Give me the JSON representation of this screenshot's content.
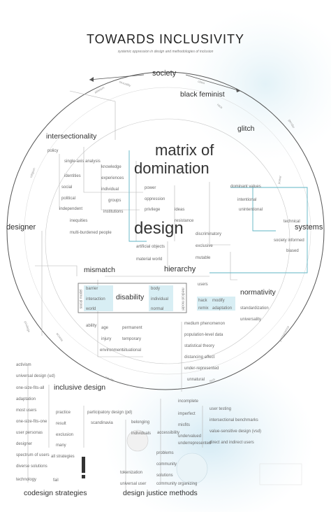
{
  "title": "TOWARDS INCLUSIVITY",
  "subtitle": "systemic oppression in design and methodologies of inclusion",
  "axes": {
    "society": "society",
    "designer": "designer",
    "systems": "systems",
    "hierarchy": "hierarchy"
  },
  "axis_labels": [
    "ableism",
    "sexuality",
    "class",
    "race",
    "gender",
    "religion",
    "power",
    "privilege",
    "access",
    "permanence",
    "wealth",
    "tech"
  ],
  "headings": {
    "black_feminist": "black feminist",
    "intersectionality": "intersectionality",
    "glitch": "glitch",
    "matrix1": "matrix of",
    "matrix2": "domination",
    "design": "design",
    "mismatch": "mismatch",
    "disability": "disability",
    "normativity": "normativity",
    "inclusive_design": "inclusive design",
    "codesign": "codesign strategies",
    "djm": "design justice methods"
  },
  "intersect_items": [
    "policy",
    "single-axis analysis",
    "identities",
    "social",
    "political",
    "independent",
    "knowledge",
    "experiences",
    "individual",
    "groups",
    "institutions",
    "inequities",
    "multi-burdened people"
  ],
  "matrix_items": [
    "power",
    "oppression",
    "privilege",
    "resistance",
    "artificial objects",
    "material world",
    "ideas",
    "dominant values",
    "intentional",
    "unintentional",
    "discriminatory",
    "exclusive",
    "mutable",
    "technical",
    "society informed",
    "biased"
  ],
  "disability_items": [
    "barrier",
    "interaction",
    "world",
    "body",
    "individual",
    "normal",
    "social model",
    "medical model",
    "ability",
    "age",
    "injury",
    "environment",
    "permanent",
    "temporary",
    "situational"
  ],
  "normativity_items": [
    "users",
    "hack",
    "modify",
    "remix",
    "adaptation",
    "standardization",
    "universality"
  ],
  "hierarchy_items": [
    "medium phenomenon",
    "population-level data",
    "statistical theory",
    "distancing effect",
    "under-represented",
    "unnatural"
  ],
  "inclusive_items": [
    "activism",
    "universal design (ud)",
    "one-size-fits-all",
    "adaptation",
    "most users",
    "one-size-fits-one",
    "user personas",
    "designer",
    "spectrum of users",
    "diverse solutions",
    "technology",
    "participatory design (pd)",
    "scandinavia",
    "practice",
    "result",
    "exclusion",
    "many",
    "belonging",
    "individuals",
    "accessibility",
    "incomplete",
    "imperfect",
    "misfits",
    "undervalued",
    "underrepresented",
    "problems",
    "community",
    "solutions",
    "tokenization",
    "universal user",
    "community organizing",
    "user testing",
    "intersectional benchmarks",
    "value-sensitive design (vsd)",
    "direct and indirect users",
    "all strategies",
    "fail"
  ]
}
